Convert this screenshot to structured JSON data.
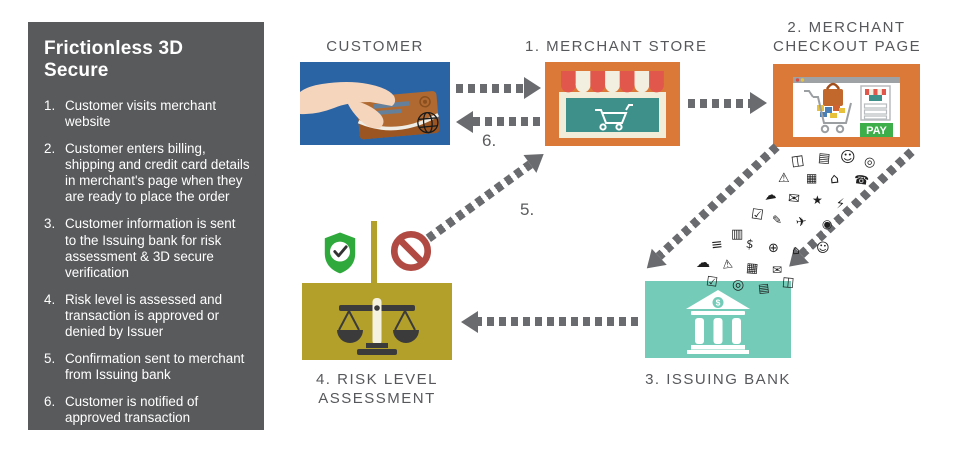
{
  "sidebar": {
    "title": "Frictionless 3D Secure",
    "steps": [
      {
        "num": "1.",
        "text": "Customer visits merchant website"
      },
      {
        "num": "2.",
        "text": "Customer enters billing, shipping and credit card details in merchant's page when they are ready to place the order"
      },
      {
        "num": "3.",
        "text": "Customer information is sent to the Issuing bank for risk assessment & 3D secure verification"
      },
      {
        "num": "4.",
        "text": "Risk level is assessed and transaction is approved or denied by Issuer"
      },
      {
        "num": "5.",
        "text": "Confirmation sent to merchant from Issuing bank"
      },
      {
        "num": "6.",
        "text": "Customer is notified of approved transaction"
      }
    ]
  },
  "nodes": {
    "customer": {
      "label": "CUSTOMER"
    },
    "merchant_store": {
      "label": "1. MERCHANT STORE"
    },
    "checkout": {
      "label_line1": "2. MERCHANT",
      "label_line2": "CHECKOUT PAGE",
      "pay_button": "PAY"
    },
    "issuing_bank": {
      "label": "3. ISSUING BANK",
      "icon_dollar": "$"
    },
    "risk": {
      "label_line1": "4. RISK LEVEL",
      "label_line2": "ASSESSMENT"
    }
  },
  "flow_labels": {
    "step5": "5.",
    "step6": "6."
  },
  "colors": {
    "sidebar": "#595A5C",
    "blue": "#2A64A4",
    "orange": "#DB7A38",
    "teal": "#74CCB8",
    "olive": "#B3A02B",
    "arrow": "#6A6B6E",
    "green": "#2FA93C",
    "red": "#B04A43",
    "pay": "#3DAE49"
  },
  "cloud": {
    "icons": [
      {
        "name": "monitor-icon",
        "glyph": "◫"
      },
      {
        "name": "database-icon",
        "glyph": "▤"
      },
      {
        "name": "user-icon",
        "glyph": "☺"
      },
      {
        "name": "globe-icon",
        "glyph": "◎"
      },
      {
        "name": "grid-icon",
        "glyph": "▦"
      },
      {
        "name": "bank-icon",
        "glyph": "⌂"
      },
      {
        "name": "phone-icon",
        "glyph": "☎"
      },
      {
        "name": "warning-icon",
        "glyph": "⚠"
      },
      {
        "name": "cloud-icon",
        "glyph": "☁"
      },
      {
        "name": "envelope-icon",
        "glyph": "✉"
      },
      {
        "name": "star-icon",
        "glyph": "★"
      },
      {
        "name": "bolt-icon",
        "glyph": "⚡"
      },
      {
        "name": "checkbox-icon",
        "glyph": "☑"
      },
      {
        "name": "pencil-icon",
        "glyph": "✎"
      },
      {
        "name": "plane-icon",
        "glyph": "✈"
      },
      {
        "name": "target-icon",
        "glyph": "◉"
      },
      {
        "name": "rows-icon",
        "glyph": "▥"
      },
      {
        "name": "menu-icon",
        "glyph": "≡"
      },
      {
        "name": "dollar-icon",
        "glyph": "$"
      },
      {
        "name": "plus-circle-icon",
        "glyph": "⊕"
      },
      {
        "name": "home-icon",
        "glyph": "⌂"
      },
      {
        "name": "user2-icon",
        "glyph": "☺"
      },
      {
        "name": "cloud2-icon",
        "glyph": "☁"
      },
      {
        "name": "warning2-icon",
        "glyph": "⚠"
      },
      {
        "name": "grid2-icon",
        "glyph": "▦"
      },
      {
        "name": "envelope2-icon",
        "glyph": "✉"
      },
      {
        "name": "checkbox2-icon",
        "glyph": "☑"
      },
      {
        "name": "globe2-icon",
        "glyph": "◎"
      },
      {
        "name": "database2-icon",
        "glyph": "▤"
      },
      {
        "name": "window2-icon",
        "glyph": "◫"
      }
    ]
  }
}
